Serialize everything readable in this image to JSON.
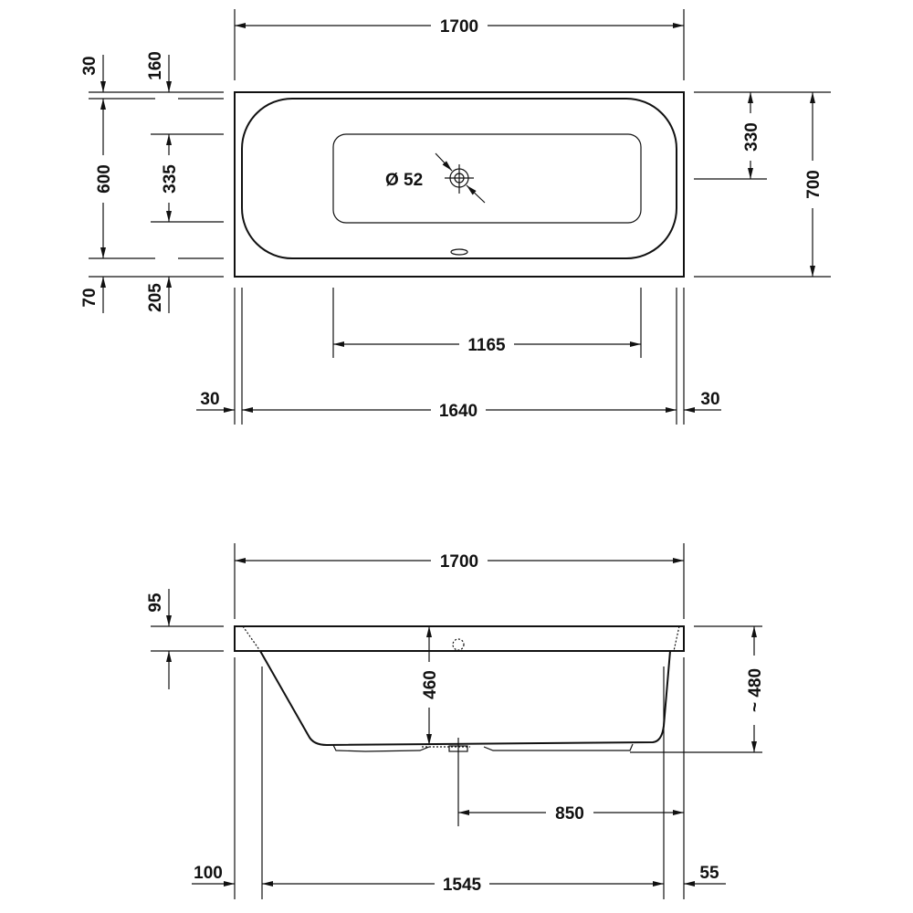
{
  "title": "Bathtub dimension drawing",
  "top_view": {
    "overall_length": "1700",
    "rim_top": "30",
    "inner_offset_top": "160",
    "inner_width": "600",
    "drain_zone": "335",
    "rim_bottom": "70",
    "inner_offset_bottom": "205",
    "drain_diameter": "Ø 52",
    "drain_center_offset": "330",
    "overall_width": "700",
    "floor_length": "1165",
    "inner_length": "1640",
    "rim_left": "30",
    "rim_right": "30"
  },
  "side_view": {
    "overall_length": "1700",
    "rim_height": "95",
    "inner_depth": "460",
    "overall_height": "~ 480",
    "drain_to_end": "850",
    "base_length": "1545",
    "offset_left": "100",
    "offset_right": "55"
  },
  "colors": {
    "line": "#111111",
    "background": "#ffffff"
  }
}
